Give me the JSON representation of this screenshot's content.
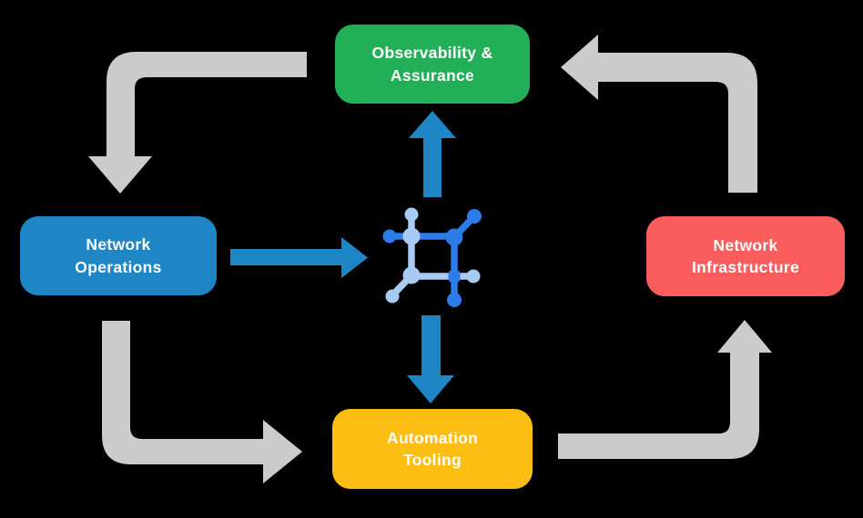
{
  "diagram_title": "",
  "nodes": {
    "top": {
      "label": "Observability &\nAssurance",
      "color": "#23AF58"
    },
    "left": {
      "label": "Network\nOperations",
      "color": "#1F86C6"
    },
    "right": {
      "label": "Network\nInfrastructure",
      "color": "#FB5D5D"
    },
    "bottom": {
      "label": "Automation\nTooling",
      "color": "#FDBE13"
    }
  },
  "colors": {
    "background": "#000000",
    "text": "#FFFFFF",
    "cycle_arrow": "#CBCBCB",
    "flow_arrow": "#1F86C6",
    "icon_dark_blue": "#2B7CE9",
    "icon_light_blue": "#A9CAF3"
  },
  "icons": {
    "center": "network-nodes-icon"
  },
  "edges": [
    {
      "from": "Observability & Assurance",
      "to": "Network Operations",
      "style": "gray-cycle"
    },
    {
      "from": "Network Operations",
      "to": "Automation Tooling",
      "style": "gray-cycle"
    },
    {
      "from": "Automation Tooling",
      "to": "Network Infrastructure",
      "style": "gray-cycle"
    },
    {
      "from": "Network Infrastructure",
      "to": "Observability & Assurance",
      "style": "gray-cycle"
    },
    {
      "from": "Network Operations",
      "to": "center-icon",
      "style": "blue-flow"
    },
    {
      "from": "center-icon",
      "to": "Observability & Assurance",
      "style": "blue-flow"
    },
    {
      "from": "center-icon",
      "to": "Automation Tooling",
      "style": "blue-flow"
    }
  ]
}
